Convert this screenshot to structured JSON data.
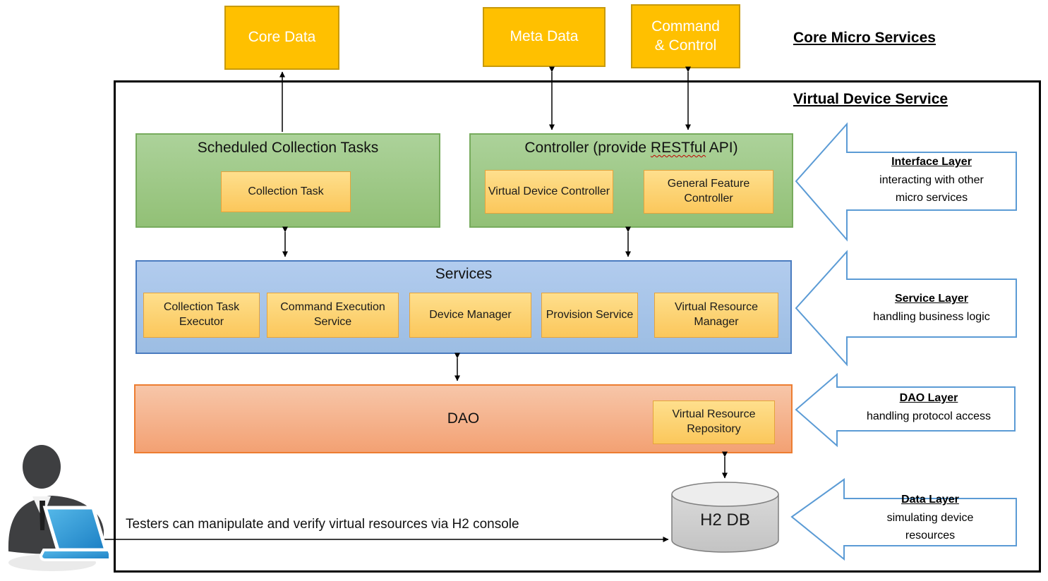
{
  "headers": {
    "core_micro_services": "Core Micro Services",
    "virtual_device_service": "Virtual Device Service"
  },
  "top_boxes": {
    "core_data": "Core Data",
    "meta_data": "Meta Data",
    "command_control_line1": "Command",
    "command_control_line2": "& Control"
  },
  "scheduled": {
    "title": "Scheduled Collection Tasks",
    "collection_task": "Collection Task"
  },
  "controller": {
    "title_pre": "Controller (provide ",
    "restful": "RESTful",
    "title_post": " API)",
    "virtual_device_controller": "Virtual Device Controller",
    "general_feature_controller": "General Feature Controller"
  },
  "services": {
    "title": "Services",
    "items": [
      "Collection Task Executor",
      "Command Execution Service",
      "Device Manager",
      "Provision Service",
      "Virtual Resource Manager"
    ]
  },
  "dao": {
    "title": "DAO",
    "virtual_resource_repository": "Virtual Resource Repository"
  },
  "database": {
    "label": "H2 DB"
  },
  "tester_note": "Testers can manipulate and verify virtual resources via H2 console",
  "layer_arrows": [
    {
      "title": "Interface Layer",
      "lines": [
        "interacting with other",
        "micro services"
      ]
    },
    {
      "title": "Service Layer",
      "lines": [
        "handling business logic"
      ]
    },
    {
      "title": "DAO Layer",
      "lines": [
        "handling protocol access"
      ]
    },
    {
      "title": "Data Layer",
      "lines": [
        "simulating device",
        "resources"
      ]
    }
  ],
  "colors": {
    "external_box_fill": "#FFC000",
    "green_layer_fill": "#9EC783",
    "blue_layer_fill": "#A7C4E8",
    "salmon_layer_fill": "#F4A878",
    "inner_box_fill": "#FDD374",
    "layer_arrow_outline": "#5B9BD5",
    "database_fill": "#CDCDCD",
    "connector_color": "#000000",
    "spellcheck_underline": "#C00000"
  }
}
